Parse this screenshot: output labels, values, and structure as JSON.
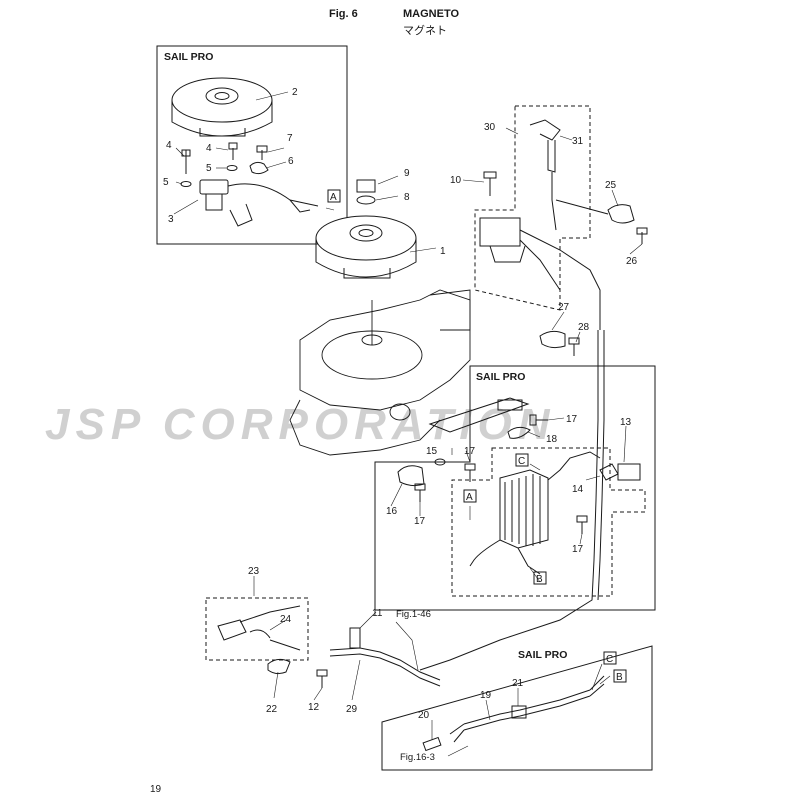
{
  "header": {
    "fig": "Fig. 6",
    "title": "MAGNETO",
    "title_jp": "マグネト"
  },
  "watermark": "JSP CORPORATION",
  "page_number": "19",
  "boxes": {
    "sail_pro_top": "SAIL PRO",
    "sail_pro_mid": "SAIL PRO",
    "sail_pro_bottom": "SAIL PRO"
  },
  "refs": {
    "fig1_46": "Fig.1-46",
    "fig16_3": "Fig.16-3"
  },
  "connectors": {
    "a_top": "A",
    "a_mid": "A",
    "b_mid": "B",
    "c_mid": "C",
    "b_bottom": "B",
    "c_bottom": "C"
  },
  "callouts": {
    "n1": "1",
    "n2": "2",
    "n3": "3",
    "n4a": "4",
    "n4b": "4",
    "n5a": "5",
    "n5b": "5",
    "n6": "6",
    "n7": "7",
    "n8": "8",
    "n9": "9",
    "n10": "10",
    "n11": "11",
    "n12": "12",
    "n13": "13",
    "n14": "14",
    "n15": "15",
    "n16": "16",
    "n17a": "17",
    "n17b": "17",
    "n17c": "17",
    "n17d": "17",
    "n18": "18",
    "n19": "19",
    "n20": "20",
    "n21": "21",
    "n22": "22",
    "n23": "23",
    "n24": "24",
    "n25": "25",
    "n26": "26",
    "n27": "27",
    "n28": "28",
    "n29": "29",
    "n30": "30",
    "n31": "31"
  },
  "colors": {
    "line": "#1a1a1a",
    "watermark": "#aaaaaa"
  }
}
